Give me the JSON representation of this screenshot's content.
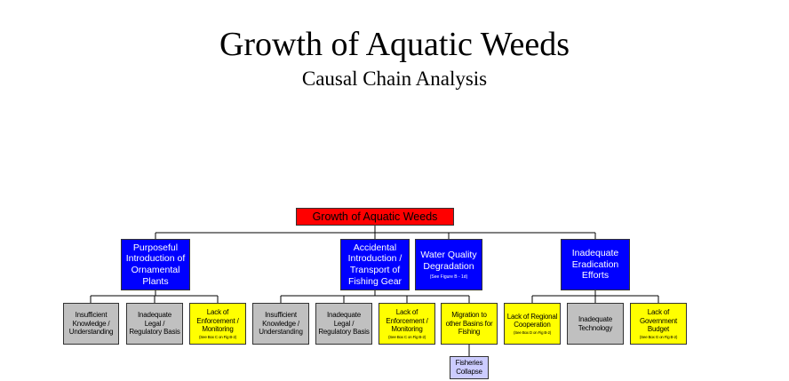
{
  "title": "Growth of Aquatic Weeds",
  "subtitle": "Causal Chain Analysis",
  "root": "Growth of Aquatic Weeds",
  "causes": {
    "c1": "Purposeful Introduction of Ornamental Plants",
    "c2": "Accidental Introduction / Transport of Fishing Gear",
    "c3": "Water Quality Degradation",
    "c3_note": "(See Figure B - 1d)",
    "c4": "Inadequate Eradication Efforts"
  },
  "leaves": {
    "l1": "Insufficient Knowledge / Understanding",
    "l2": "Inadequate Legal / Regulatory Basis",
    "l3": "Lack of Enforcement / Monitoring",
    "l3_note": "(See Box C on Fig B-2)",
    "l4": "Insufficient Knowledge / Understanding",
    "l5": "Inadequate Legal / Regulatory Basis",
    "l6": "Lack of Enforcement / Monitoring",
    "l6_note": "(See Box C on Fig B-2)",
    "l7": "Migration to other Basins for Fishing",
    "l8": "Lack of Regional Cooperation",
    "l8_note": "(See Box D on Fig B-2)",
    "l9": "Inadequate Technology",
    "l10": "Lack of Government Budget",
    "l10_note": "(See Box G on Fig B-2)",
    "l11": "Fisheries Collapse"
  },
  "colors": {
    "root": "#ff0000",
    "cause": "#0000ff",
    "grey_leaf": "#c0c0c0",
    "yellow_leaf": "#ffff00",
    "lavender_leaf": "#ccccff"
  }
}
